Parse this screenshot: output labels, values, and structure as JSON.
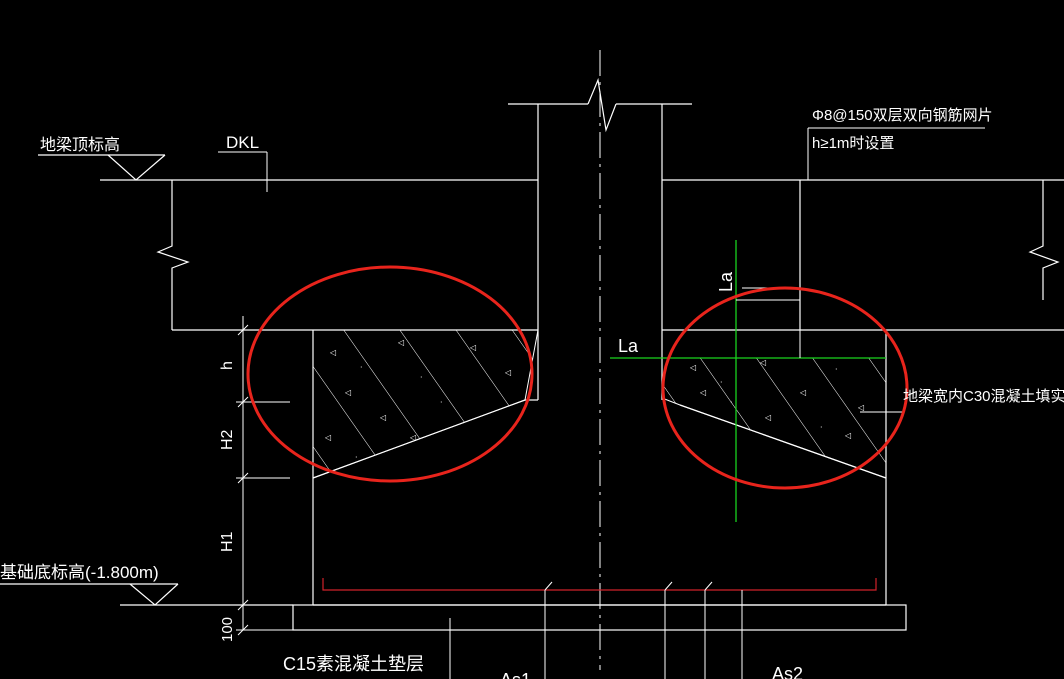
{
  "labels": {
    "beam_top_elevation": "地梁顶标高",
    "dkl": "DKL",
    "rebar_mesh": "Φ8@150双层双向钢筋网片",
    "rebar_condition": "h≥1m时设置",
    "la_vertical": "La",
    "la_horizontal": "La",
    "fill_concrete": "地梁宽内C30混凝土填实",
    "foundation_bottom_elevation": "基础底标高(-1.800m)",
    "cushion": "C15素混凝土垫层",
    "as1": "As1",
    "as2": "As2",
    "dim_h": "h",
    "dim_h2": "H2",
    "dim_h1": "H1",
    "dim_100": "100"
  },
  "colors": {
    "background": "#000000",
    "line": "#ffffff",
    "highlight_circle": "#e8241c",
    "axis_green": "#19d21e",
    "rebar_red": "#d0222a",
    "hatch": "#ffffff"
  }
}
